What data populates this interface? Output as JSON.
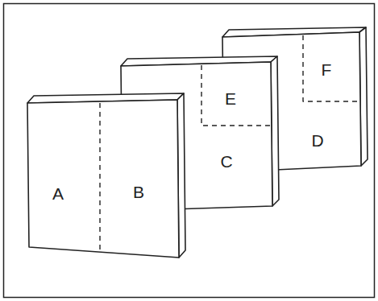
{
  "diagram": {
    "labels": [
      "A",
      "B",
      "E",
      "C",
      "F",
      "D"
    ]
  }
}
